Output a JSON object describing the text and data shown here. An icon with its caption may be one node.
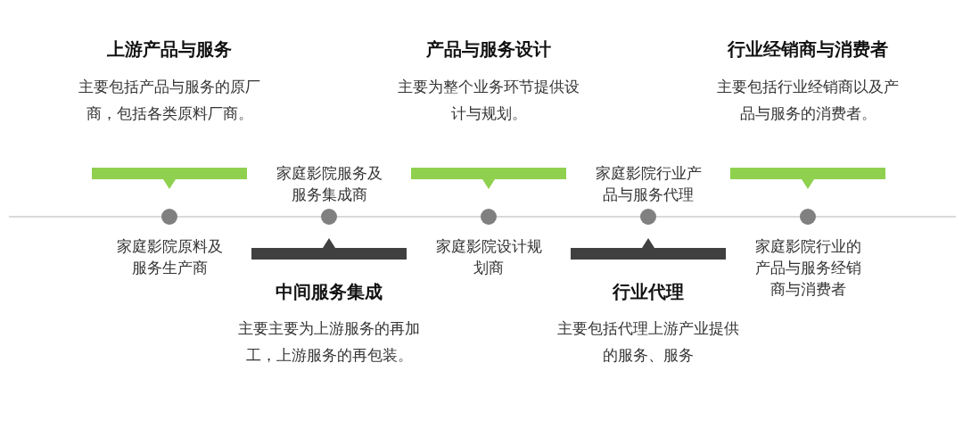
{
  "diagram": {
    "nodes": [
      {
        "text": [
          "上游产品与服务",
          "主要包括产品与服务的原厂商，包括各类原料厂商。"
        ]
      },
      {
        "text": [],
        "shape": "circle",
        "beside": [
          "家庭影院原料及服务生产商"
        ]
      },
      {
        "text": [
          "中间服务集成",
          "主要主要为上游服务的再加工，上游服务的再包装。"
        ]
      },
      {
        "text": [],
        "shape": "circle",
        "beside": [
          "家庭影院服务及服务集成商"
        ]
      },
      {
        "text": [
          "产品与服务设计",
          "主要为整个业务环节提供设计与规划。"
        ]
      },
      {
        "text": [],
        "shape": "circle",
        "beside": [
          "家庭影院设计规划商"
        ]
      },
      {
        "text": [
          "行业代理",
          "主要包括代理上游产业提供的服务、服务"
        ]
      },
      {
        "text": [],
        "shape": "circle",
        "beside": [
          "家庭影院行业产品与服务代理"
        ]
      },
      {
        "text": [
          "行业经销商与消费者",
          "主要包括行业经销商以及产品与服务的消费者。"
        ]
      },
      {
        "text": [],
        "shape": "circle",
        "beside": [
          "家庭影院行业的产品与服务经销商与消费者"
        ]
      }
    ]
  }
}
